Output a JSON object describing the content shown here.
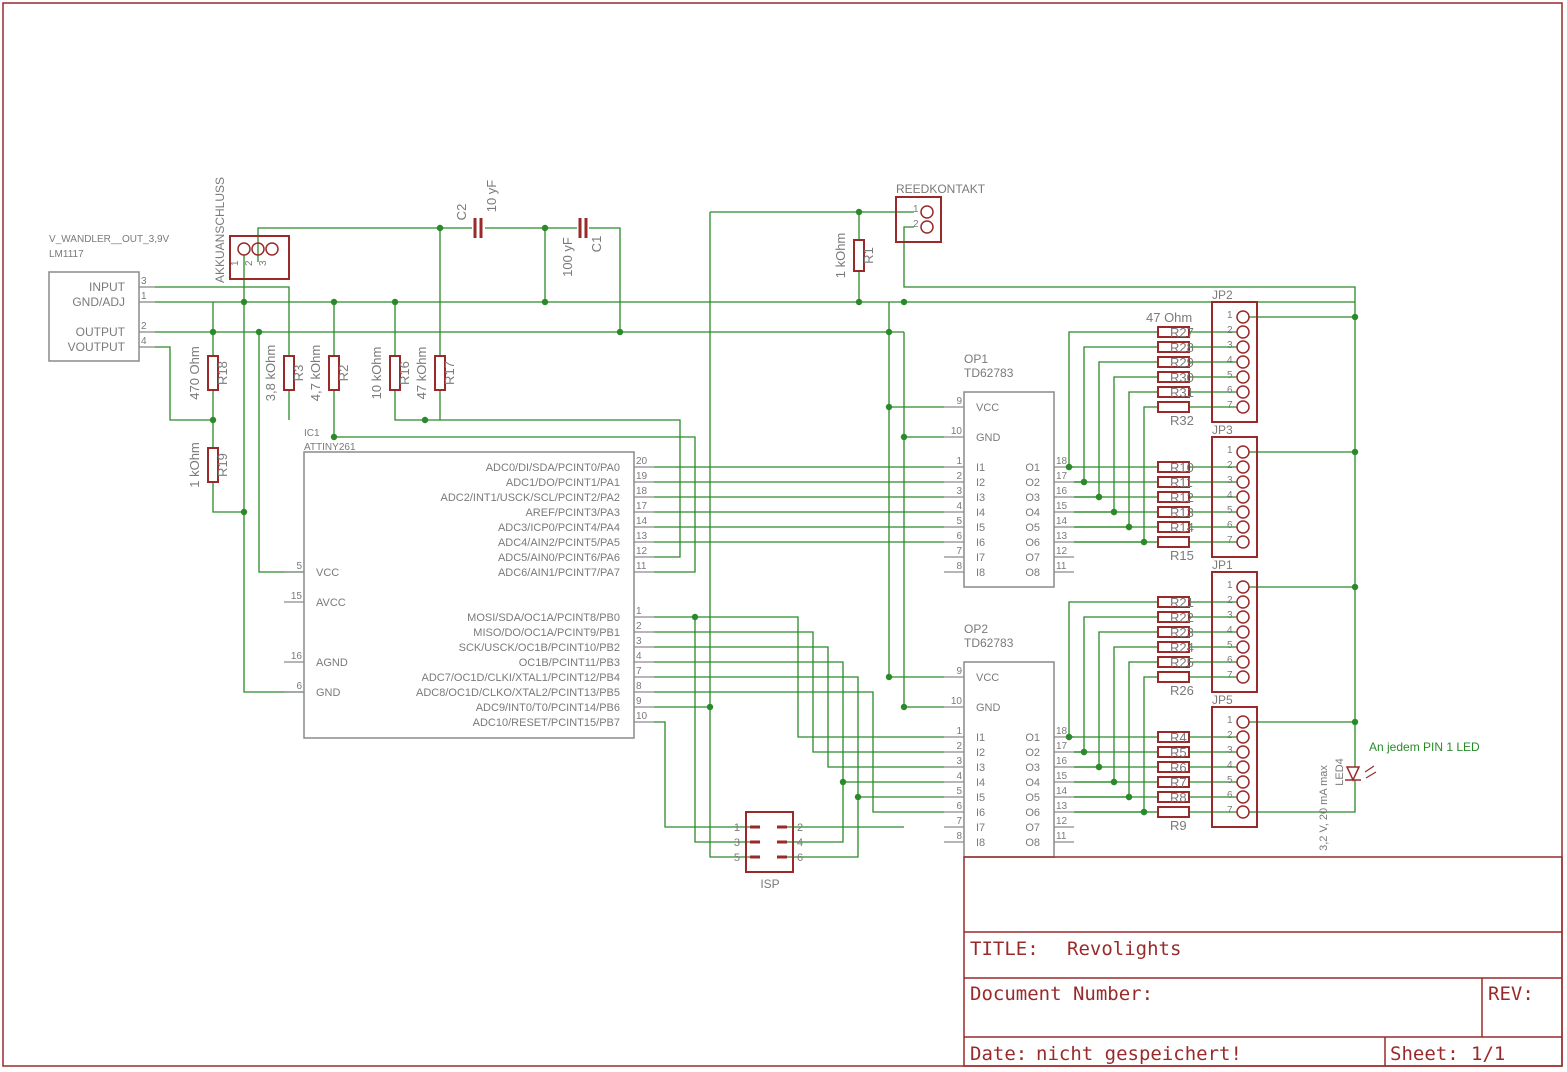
{
  "regulator": {
    "name": "V_WANDLER__OUT_3,9V",
    "part": "LM1117",
    "pins": [
      {
        "label": "INPUT",
        "num": "3"
      },
      {
        "label": "GND/ADJ",
        "num": "1"
      },
      {
        "label": "OUTPUT",
        "num": "2"
      },
      {
        "label": "VOUTPUT",
        "num": "4"
      }
    ]
  },
  "battery": {
    "name": "AKKUANSCHLUSS",
    "pins": [
      "1",
      "2",
      "3"
    ]
  },
  "reed": {
    "name": "REEDKONTAKT",
    "pins": [
      "1",
      "2"
    ]
  },
  "caps": [
    {
      "name": "C2",
      "value": "10 yF"
    },
    {
      "name": "C1",
      "value": "100 yF"
    }
  ],
  "resistors": [
    {
      "name": "R1",
      "value": "1 kOhm"
    },
    {
      "name": "R18",
      "value": "470 Ohm"
    },
    {
      "name": "R19",
      "value": "1 kOhm"
    },
    {
      "name": "R3",
      "value": "3,8 kOhm"
    },
    {
      "name": "R2",
      "value": "4,7 kOhm"
    },
    {
      "name": "R16",
      "value": "10 kOhm"
    },
    {
      "name": "R17",
      "value": "47 kOhm"
    }
  ],
  "mcu": {
    "name": "IC1",
    "part": "ATTINY261",
    "right_pins": [
      {
        "label": "ADC0/DI/SDA/PCINT0/PA0",
        "num": "20"
      },
      {
        "label": "ADC1/DO/PCINT1/PA1",
        "num": "19"
      },
      {
        "label": "ADC2/INT1/USCK/SCL/PCINT2/PA2",
        "num": "18"
      },
      {
        "label": "AREF/PCINT3/PA3",
        "num": "17"
      },
      {
        "label": "ADC3/ICP0/PCINT4/PA4",
        "num": "14"
      },
      {
        "label": "ADC4/AIN2/PCINT5/PA5",
        "num": "13"
      },
      {
        "label": "ADC5/AIN0/PCINT6/PA6",
        "num": "12"
      },
      {
        "label": "ADC6/AIN1/PCINT7/PA7",
        "num": "11"
      },
      {
        "label": "MOSI/SDA/OC1A/PCINT8/PB0",
        "num": "1"
      },
      {
        "label": "MISO/DO/OC1A/PCINT9/PB1",
        "num": "2"
      },
      {
        "label": "SCK/USCK/OC1B/PCINT10/PB2",
        "num": "3"
      },
      {
        "label": "OC1B/PCINT11/PB3",
        "num": "4"
      },
      {
        "label": "ADC7/OC1D/CLKI/XTAL1/PCINT12/PB4",
        "num": "7"
      },
      {
        "label": "ADC8/OC1D/CLKO/XTAL2/PCINT13/PB5",
        "num": "8"
      },
      {
        "label": "ADC9/INT0/T0/PCINT14/PB6",
        "num": "9"
      },
      {
        "label": "ADC10/RESET/PCINT15/PB7",
        "num": "10"
      }
    ],
    "left_pins": [
      {
        "label": "VCC",
        "num": "5"
      },
      {
        "label": "AVCC",
        "num": "15"
      },
      {
        "label": "AGND",
        "num": "16"
      },
      {
        "label": "GND",
        "num": "6"
      }
    ]
  },
  "drivers": [
    {
      "name": "OP1",
      "part": "TD62783"
    },
    {
      "name": "OP2",
      "part": "TD62783"
    }
  ],
  "driver_pins": {
    "power": [
      {
        "label": "VCC",
        "num": "9"
      },
      {
        "label": "GND",
        "num": "10"
      }
    ],
    "inputs": [
      {
        "label": "I1",
        "num": "1"
      },
      {
        "label": "I2",
        "num": "2"
      },
      {
        "label": "I3",
        "num": "3"
      },
      {
        "label": "I4",
        "num": "4"
      },
      {
        "label": "I5",
        "num": "5"
      },
      {
        "label": "I6",
        "num": "6"
      },
      {
        "label": "I7",
        "num": "7"
      },
      {
        "label": "I8",
        "num": "8"
      }
    ],
    "outputs": [
      {
        "label": "O1",
        "num": "18"
      },
      {
        "label": "O2",
        "num": "17"
      },
      {
        "label": "O3",
        "num": "16"
      },
      {
        "label": "O4",
        "num": "15"
      },
      {
        "label": "O5",
        "num": "14"
      },
      {
        "label": "O6",
        "num": "13"
      },
      {
        "label": "O7",
        "num": "12"
      },
      {
        "label": "O8",
        "num": "11"
      }
    ]
  },
  "resistor_banks": [
    {
      "header": "47 Ohm",
      "labels": [
        "R27",
        "R28",
        "R29",
        "R30",
        "R31"
      ],
      "last": "R32"
    },
    {
      "header": "",
      "labels": [
        "R10",
        "R11",
        "R12",
        "R13",
        "R14"
      ],
      "last": "R15"
    },
    {
      "header": "",
      "labels": [
        "R21",
        "R22",
        "R23",
        "R24",
        "R25"
      ],
      "last": "R26"
    },
    {
      "header": "",
      "labels": [
        "R4",
        "R5",
        "R6",
        "R7",
        "R8"
      ],
      "last": "R9"
    }
  ],
  "connectors": [
    "JP2",
    "JP3",
    "JP1",
    "JP5"
  ],
  "connector_pins": [
    "1",
    "2",
    "3",
    "4",
    "5",
    "6",
    "7"
  ],
  "isp": {
    "name": "ISP",
    "left": [
      "1",
      "3",
      "5"
    ],
    "right": [
      "2",
      "4",
      "6"
    ]
  },
  "led": {
    "name": "LED4",
    "value": "3,2 V, 20 mA max",
    "note": "An jedem PIN 1 LED"
  },
  "title_block": {
    "title_label": "TITLE:",
    "title": "Revolights",
    "doc_label": "Document Number:",
    "rev_label": "REV:",
    "date_label": "Date:",
    "date": "nicht gespeichert!",
    "sheet_label": "Sheet:",
    "sheet": "1/1"
  },
  "colors": {
    "frame": "#9a2a2a",
    "wire": "#2a8a2a",
    "part": "#8a8a8a"
  }
}
